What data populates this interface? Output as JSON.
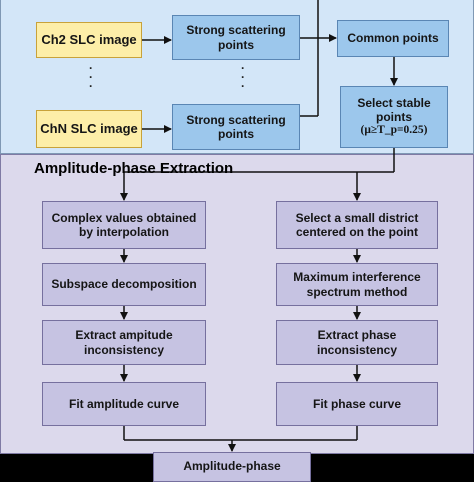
{
  "top": {
    "inputs": [
      "Ch2 SLC image",
      "ChN SLC image"
    ],
    "scatter": [
      "Strong scattering points",
      "Strong scattering points"
    ],
    "common": "Common points",
    "stable_label": "Select stable points",
    "stable_formula": "(μ≥T_p=0.25)",
    "dots": "·\n·\n·"
  },
  "section": {
    "title": "Amplitude-phase Extraction"
  },
  "amplitude": {
    "steps": [
      "Complex values obtained by interpolation",
      "Subspace decomposition",
      "Extract ampitude inconsistency",
      "Fit amplitude curve"
    ]
  },
  "phase": {
    "steps": [
      "Select a small district centered on the point",
      "Maximum interference spectrum method",
      "Extract phase inconsistency",
      "Fit phase curve"
    ]
  },
  "output": {
    "label": "Amplitude-phase"
  },
  "colors": {
    "top_panel": "#d3e6f8",
    "bottom_panel": "#dcd9ec",
    "input_box": "#fdeea8",
    "process_box": "#9cc7ec",
    "step_box": "#c6c3e2"
  }
}
